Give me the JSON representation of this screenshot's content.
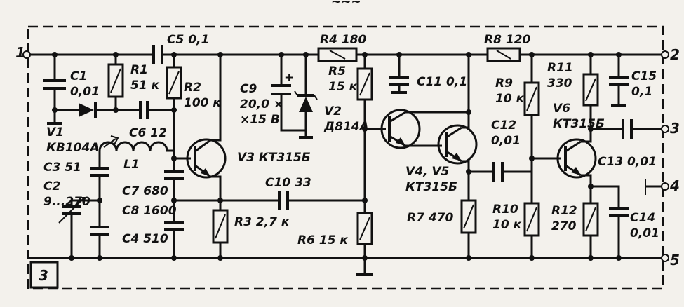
{
  "header": {
    "partial_text": "~~~"
  },
  "figure_number": "3",
  "terminals": {
    "t1": "1",
    "t2": "2",
    "t3": "3",
    "t4": "4",
    "t5": "5"
  },
  "labels": {
    "C1": [
      "C1",
      "0,01"
    ],
    "R1": [
      "R1",
      "51 к"
    ],
    "C5": [
      "C5 0,1"
    ],
    "R2": [
      "R2",
      "100 к"
    ],
    "C9": [
      "C9",
      "20,0 ×",
      "×15 В"
    ],
    "R4": [
      "R4 180"
    ],
    "R5": [
      "R5",
      "15 к"
    ],
    "C11": [
      "C11 0,1"
    ],
    "V2": [
      "V2",
      "Д814А"
    ],
    "R8": [
      "R8 120"
    ],
    "R9": [
      "R9",
      "10 к"
    ],
    "R11": [
      "R11",
      "330"
    ],
    "V6": [
      "V6",
      "КТ315Б"
    ],
    "C15": [
      "C15",
      "0,1"
    ],
    "V1": [
      "V1",
      "КВ104А"
    ],
    "C6": [
      "C6 12"
    ],
    "L1": [
      "L1"
    ],
    "C3": [
      "C3 51"
    ],
    "C2": [
      "C2",
      "9...270"
    ],
    "C7": [
      "C7 680"
    ],
    "C8": [
      "C8 1600"
    ],
    "C4": [
      "C4 510"
    ],
    "V3": [
      "V3 КТ315Б"
    ],
    "C10": [
      "C10 33"
    ],
    "R3": [
      "R3 2,7 к"
    ],
    "R6": [
      "R6 15 к"
    ],
    "V45": [
      "V4, V5",
      "КТ315Б"
    ],
    "R7": [
      "R7 470"
    ],
    "C12": [
      "C12",
      "0,01"
    ],
    "R10": [
      "R10",
      "10 к"
    ],
    "R12": [
      "R12",
      "270"
    ],
    "C13": [
      "C13 0,01"
    ],
    "C14": [
      "C14",
      "0,01"
    ]
  }
}
